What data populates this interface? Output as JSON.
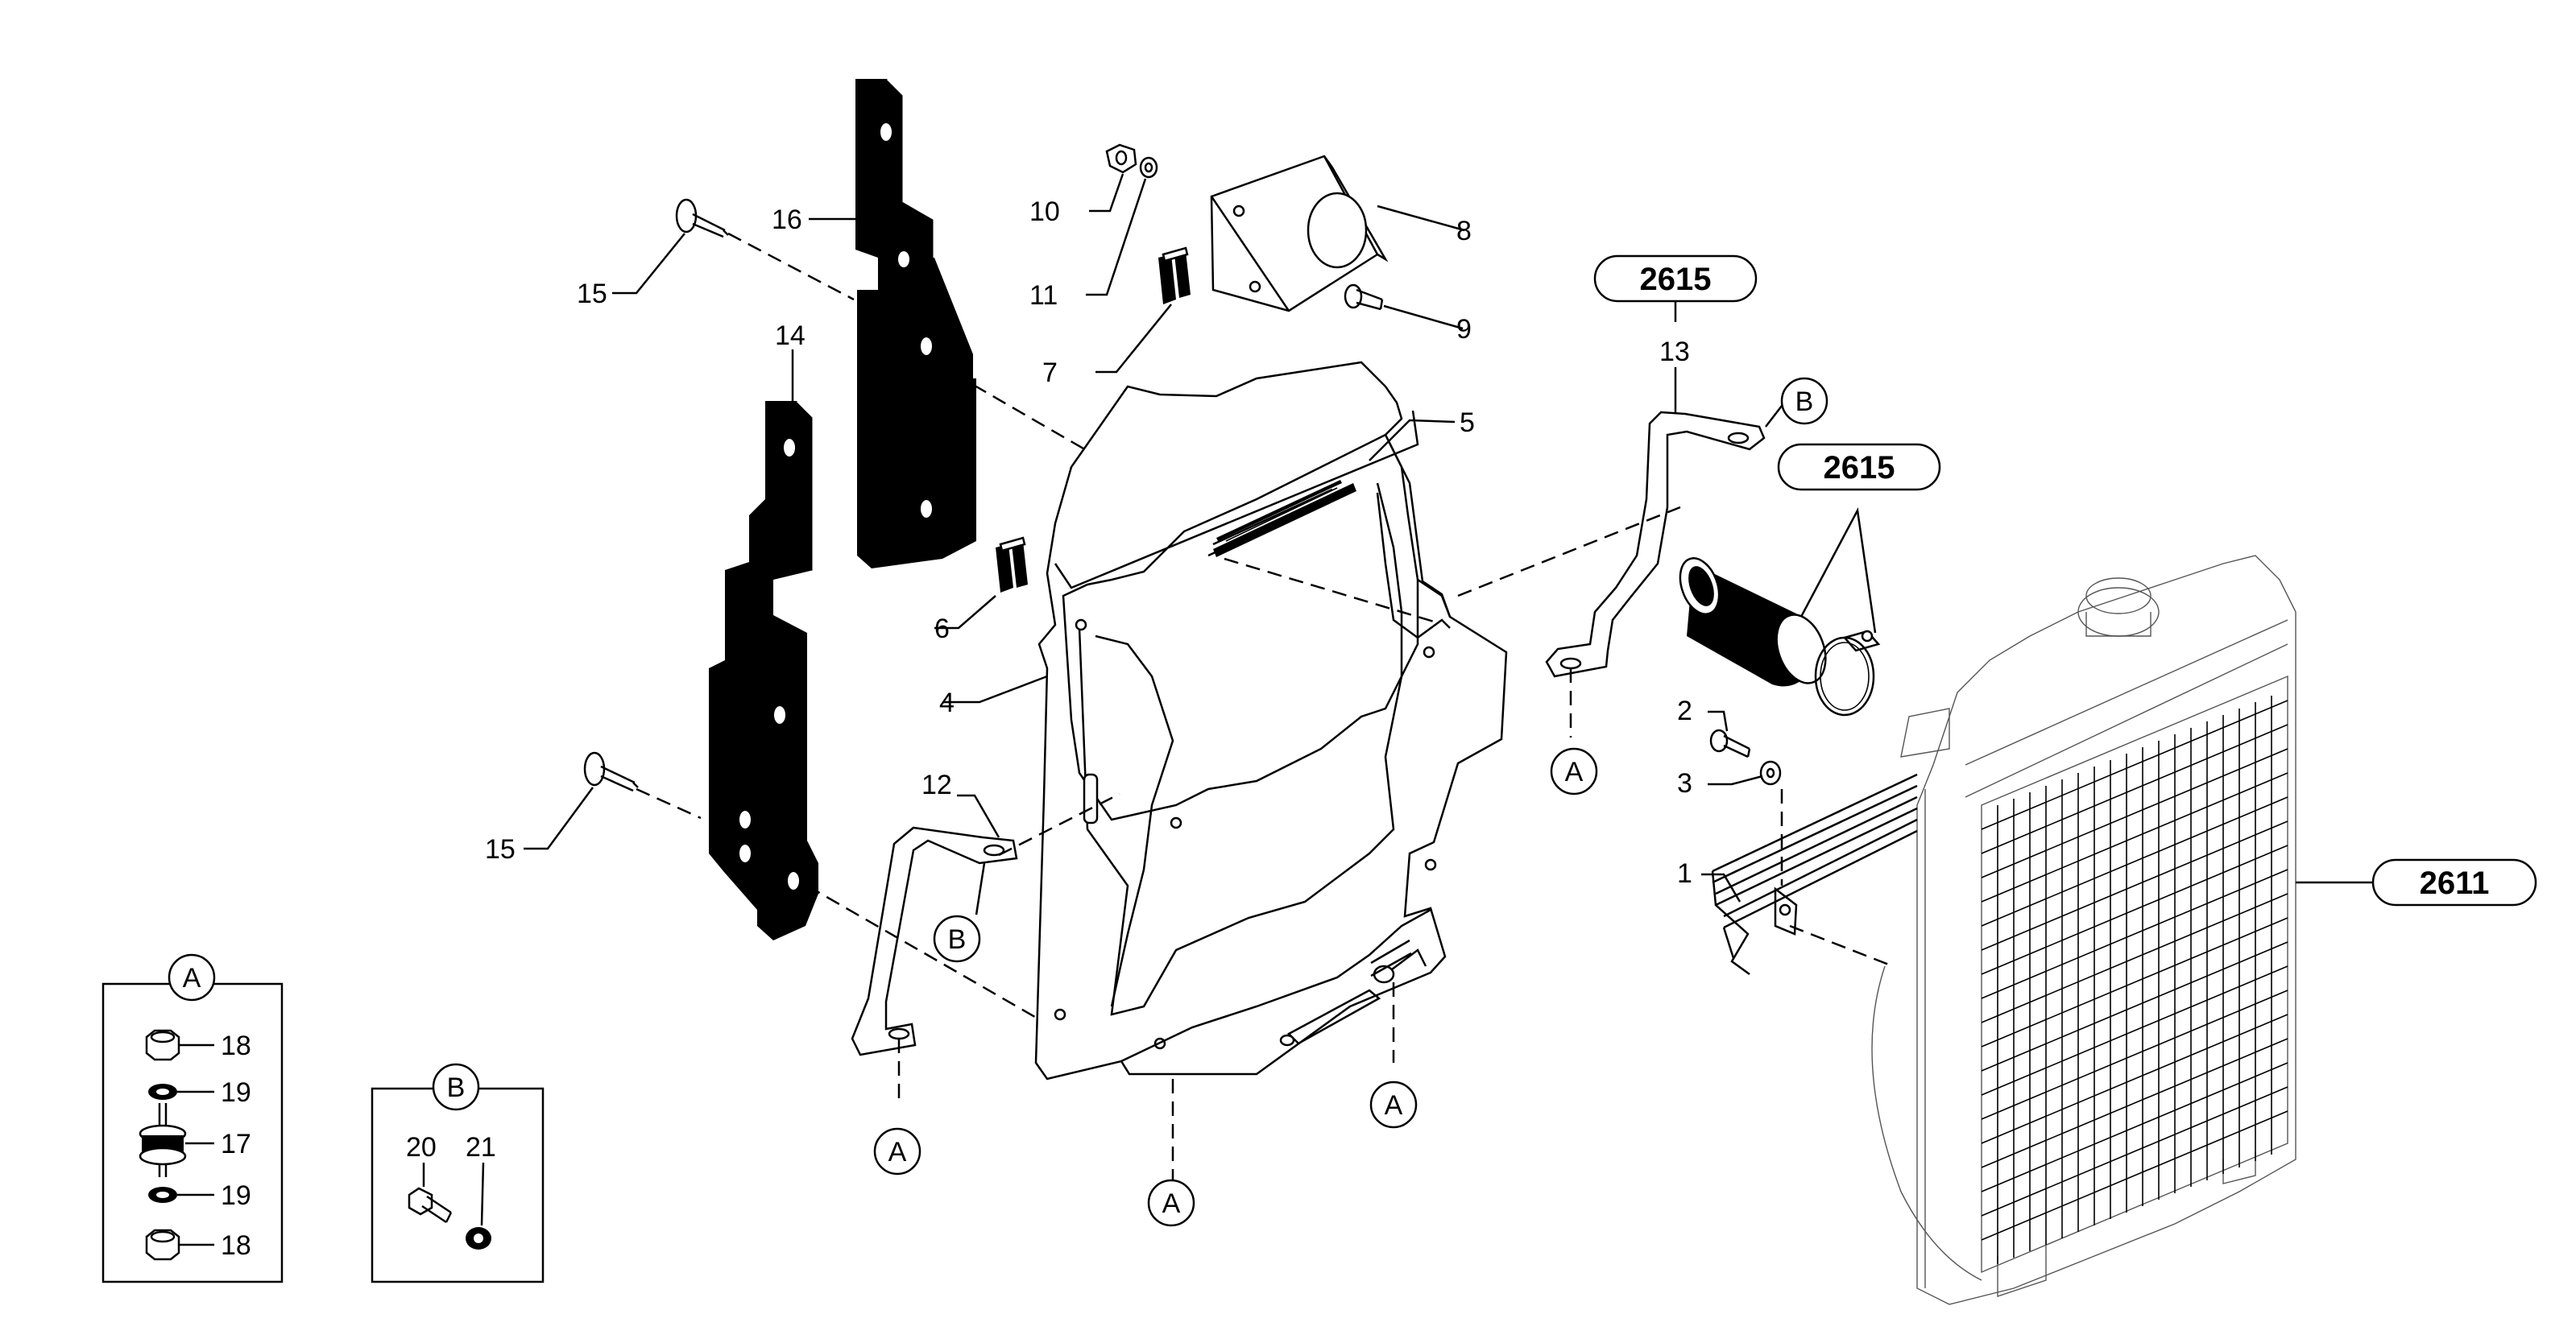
{
  "callouts": {
    "c1": "1",
    "c2": "2",
    "c3": "3",
    "c4": "4",
    "c5": "5",
    "c6": "6",
    "c7": "7",
    "c8": "8",
    "c9": "9",
    "c10": "10",
    "c11": "11",
    "c12": "12",
    "c13": "13",
    "c14": "14",
    "c15a": "15",
    "c15b": "15",
    "c16": "16",
    "c17": "17",
    "c18a": "18",
    "c18b": "18",
    "c19a": "19",
    "c19b": "19",
    "c20": "20",
    "c21": "21"
  },
  "ref_labels": {
    "r2615_top": "2615",
    "r2615_hose": "2615",
    "r2611": "2611"
  },
  "circle_labels": {
    "detail_a": "A",
    "detail_b": "B",
    "a1": "A",
    "a2": "A",
    "a3": "A",
    "a4": "A",
    "b1": "B",
    "b2": "B"
  }
}
